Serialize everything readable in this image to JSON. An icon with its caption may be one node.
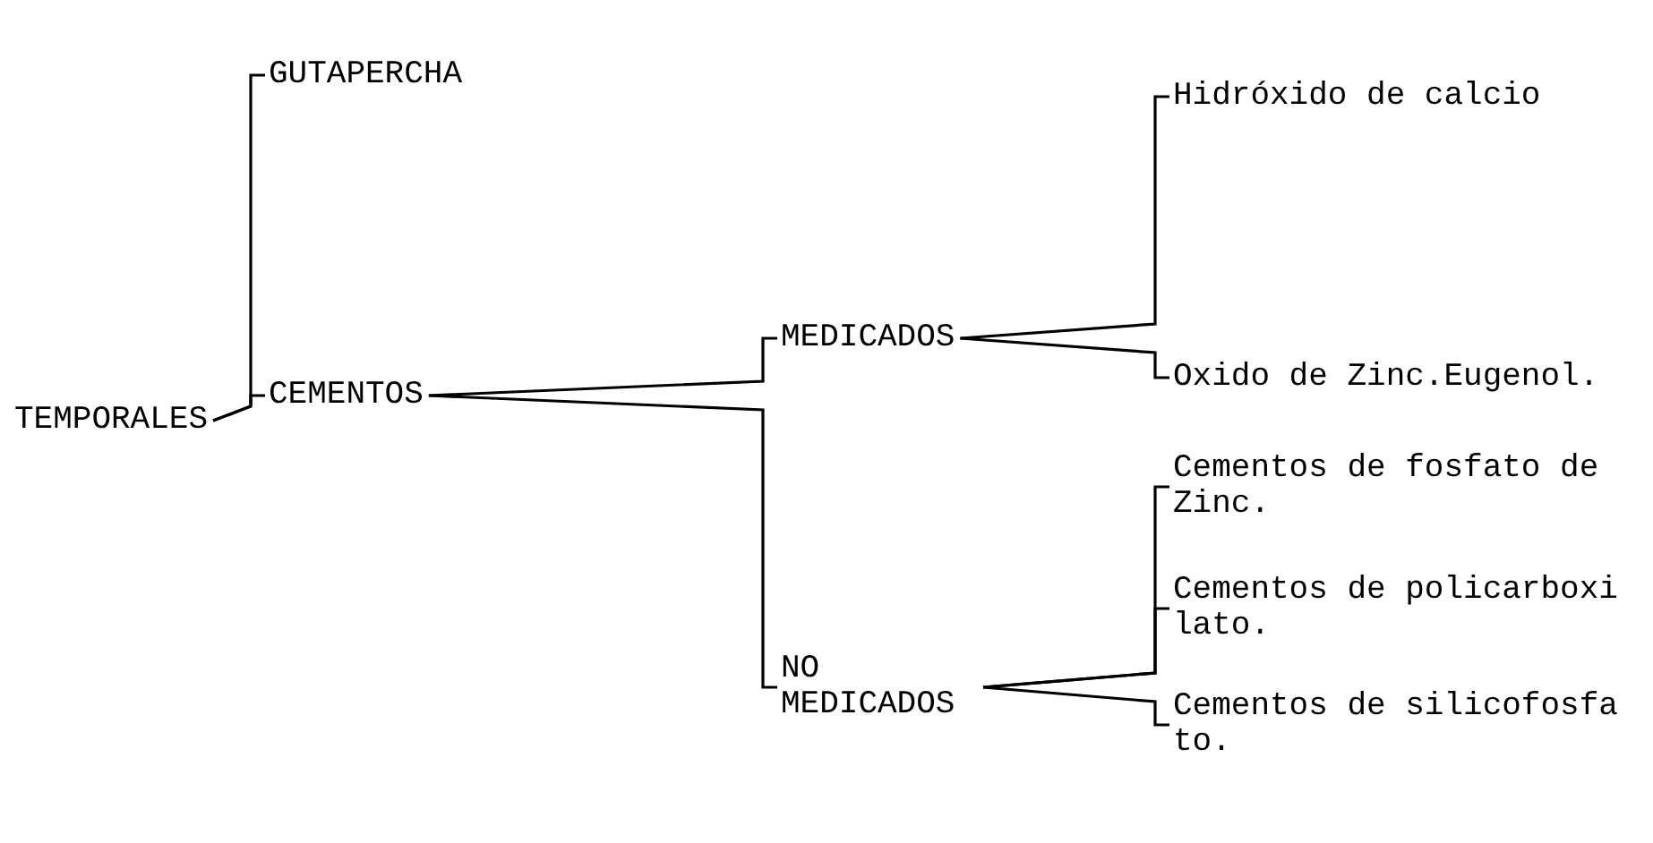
{
  "diagram": {
    "nodes": [
      {
        "text": [
          "TEMPORALES"
        ]
      },
      {
        "text": [
          "GUTAPERCHA"
        ]
      },
      {
        "text": [
          "CEMENTOS"
        ]
      },
      {
        "text": [
          "MEDICADOS"
        ]
      },
      {
        "text": [
          "NO MEDICADOS"
        ]
      },
      {
        "text": [
          "Hidróxido de calcio"
        ]
      },
      {
        "text": [
          "Oxido de Zinc.Eugenol."
        ]
      },
      {
        "text": [
          "Cementos de fosfato de Zinc."
        ]
      },
      {
        "text": [
          "Cementos de policarboxi lato."
        ]
      },
      {
        "text": [
          "Cementos de silicofosfa to."
        ]
      }
    ],
    "edges": [
      {
        "from": 0,
        "to": 1,
        "arrow": "none"
      },
      {
        "from": 0,
        "to": 2,
        "arrow": "none"
      },
      {
        "from": 2,
        "to": 3,
        "arrow": "none"
      },
      {
        "from": 2,
        "to": 4,
        "arrow": "none"
      },
      {
        "from": 3,
        "to": 5,
        "arrow": "none"
      },
      {
        "from": 3,
        "to": 6,
        "arrow": "none"
      },
      {
        "from": 4,
        "to": 7,
        "arrow": "none"
      },
      {
        "from": 4,
        "to": 8,
        "arrow": "none"
      },
      {
        "from": 4,
        "to": 9,
        "arrow": "none"
      }
    ]
  }
}
